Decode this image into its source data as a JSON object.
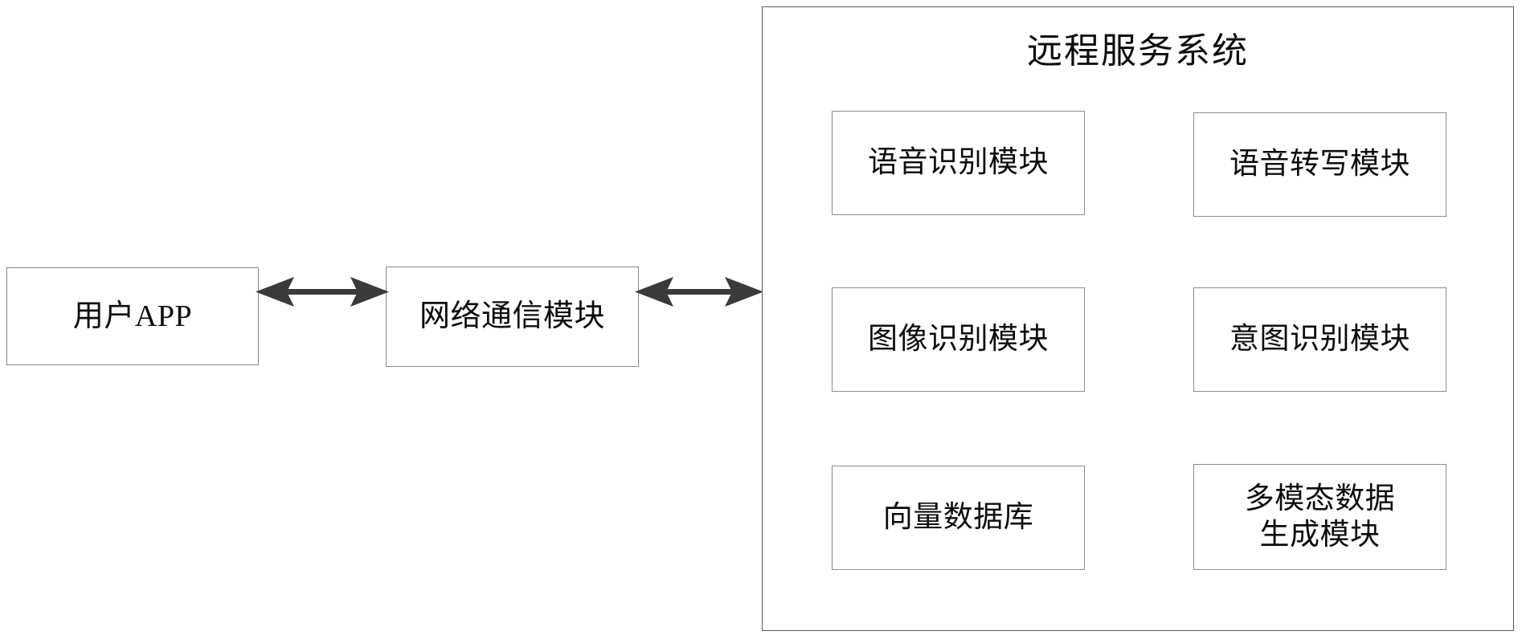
{
  "diagram": {
    "title_visible": false,
    "left_chain": [
      {
        "id": "user-app",
        "label": "用户APP"
      },
      {
        "id": "network-module",
        "label": "网络通信模块"
      }
    ],
    "remote_system": {
      "title": "远程服务系统",
      "modules": [
        {
          "id": "speech-recognition",
          "label": "语音识别模块"
        },
        {
          "id": "speech-transcription",
          "label": "语音转写模块"
        },
        {
          "id": "image-recognition",
          "label": "图像识别模块"
        },
        {
          "id": "intent-recognition",
          "label": "意图识别模块"
        },
        {
          "id": "vector-database",
          "label": "向量数据库"
        },
        {
          "id": "multimodal-generation",
          "label": "多模态数据\n生成模块"
        }
      ]
    },
    "connectors": [
      {
        "id": "app-network",
        "from": "用户APP",
        "to": "网络通信模块",
        "style": "double-headed-arrow"
      },
      {
        "id": "network-system",
        "from": "网络通信模块",
        "to": "远程服务系统",
        "style": "double-headed-arrow"
      }
    ],
    "colors": {
      "background": "#ffffff",
      "node_border": "#8a8a8a",
      "container_border": "#5a5a5a",
      "arrow": "#3a3a3a",
      "text": "#0d0d0d"
    }
  }
}
